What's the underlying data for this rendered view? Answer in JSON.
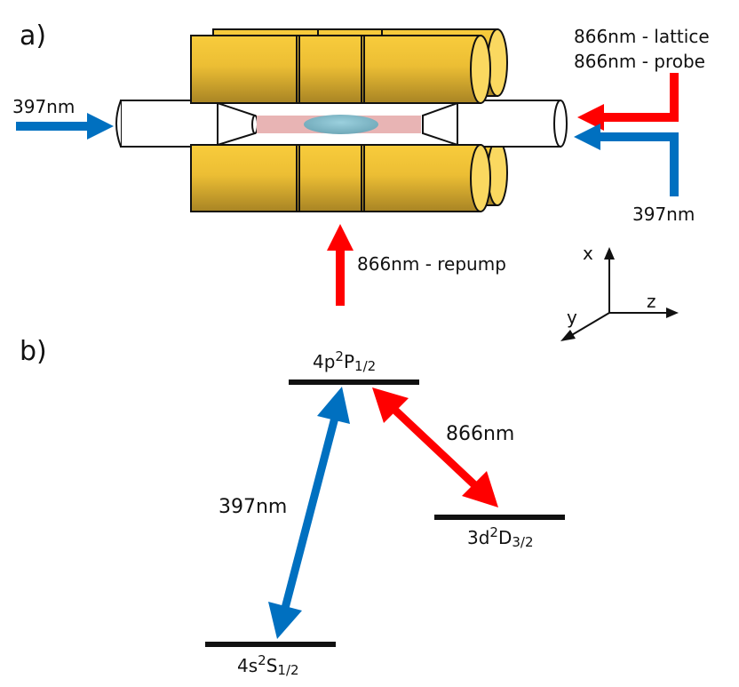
{
  "panel_a": {
    "label": "a)",
    "beam_left": "397nm",
    "beam_right_top_1": "866nm - lattice",
    "beam_right_top_2": "866nm - probe",
    "beam_right_bottom": "397nm",
    "beam_bottom": "866nm - repump",
    "axes": {
      "x": "x",
      "y": "y",
      "z": "z"
    }
  },
  "panel_b": {
    "label": "b)",
    "levels": [
      {
        "main": "4p",
        "sup": "2",
        "term": "P",
        "sub": "1/2"
      },
      {
        "main": "3d",
        "sup": "2",
        "term": "D",
        "sub": "3/2"
      },
      {
        "main": "4s",
        "sup": "2",
        "term": "S",
        "sub": "1/2"
      }
    ],
    "transition_blue": "397nm",
    "transition_red": "866nm"
  },
  "colors": {
    "blue": "#0070C0",
    "red": "#FF0000",
    "gold": "#F5C437",
    "ion": "#8CC4D4",
    "beam": "#E8B4B4"
  }
}
